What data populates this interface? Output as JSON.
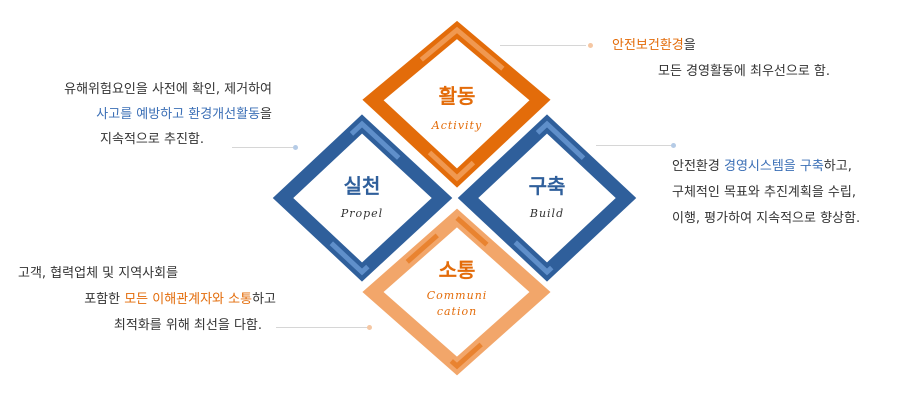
{
  "diamonds": {
    "activity": {
      "title": "활동",
      "subtitle": "Activity",
      "color": "#e36c0a"
    },
    "propel": {
      "title": "실천",
      "subtitle": "Propel",
      "color": "#2f5f9b"
    },
    "build": {
      "title": "구축",
      "subtitle": "Build",
      "color": "#2f5f9b"
    },
    "communication": {
      "title": "소통",
      "subtitle_line1": "Communi",
      "subtitle_line2": "cation",
      "color": "#e36c0a"
    }
  },
  "top_right": {
    "line1_highlight": "안전보건환경",
    "line1_rest": "을",
    "line2": "모든 경영활동에 최우선으로 함."
  },
  "left_top": {
    "line1": "유해위험요인을 사전에 확인, 제거하여",
    "line2_highlight": "사고를 예방하고 환경개선활동",
    "line2_rest": "을",
    "line3": "지속적으로 추진함."
  },
  "right_mid": {
    "line1_pre": "안전환경 ",
    "line1_highlight": "경영시스템을 구축",
    "line1_rest": "하고,",
    "line2": "구체적인 목표와 추진계획을 수립,",
    "line3": "이행, 평가하여 지속적으로 향상함."
  },
  "left_bottom": {
    "line1": "고객, 협력업체 및 지역사회를",
    "line2_pre": "포함한 ",
    "line2_highlight": "모든 이해관계자와 소통",
    "line2_rest": "하고",
    "line3": "최적화를 위해 최선을 다함."
  }
}
